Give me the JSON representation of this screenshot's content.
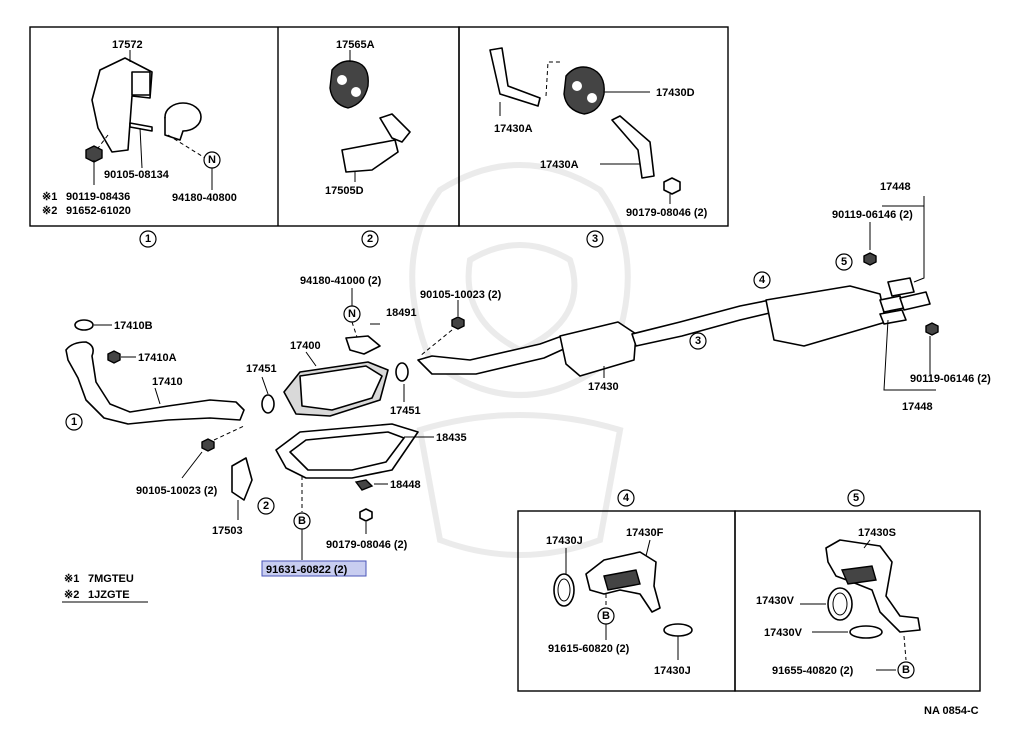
{
  "diagram": {
    "ref_code": "NA 0854-C",
    "highlighted_part": "91631-60822 (2)",
    "footnotes": [
      {
        "mark": "※1",
        "text": "7MGTEU"
      },
      {
        "mark": "※2",
        "text": "1JZGTE"
      }
    ],
    "panel1": {
      "number": "1",
      "labels": [
        "17572",
        "90105-08134",
        "94180-40800"
      ],
      "note1_mark": "※1",
      "note1_part": "90119-08436",
      "note2_mark": "※2",
      "note2_part": "91652-61020",
      "marker": "N"
    },
    "panel2": {
      "number": "2",
      "labels": [
        "17565A",
        "17505D"
      ]
    },
    "panel3": {
      "number": "3",
      "labels": [
        "17430D",
        "17430A",
        "17430A",
        "90179-08046 (2)"
      ]
    },
    "panel4": {
      "number": "4",
      "labels": [
        "17430J",
        "17430F",
        "91615-60820 (2)",
        "17430J"
      ],
      "marker": "B"
    },
    "panel5": {
      "number": "5",
      "labels": [
        "17430S",
        "17430V",
        "17430V",
        "91655-40820 (2)"
      ],
      "marker": "B"
    },
    "main": {
      "labels": {
        "p17410B": "17410B",
        "p17410A": "17410A",
        "p17410": "17410",
        "p17451a": "17451",
        "p17400": "17400",
        "p94180_41000": "94180-41000 (2)",
        "p18491": "18491",
        "p90105_10023a": "90105-10023 (2)",
        "p17451b": "17451",
        "p18435": "18435",
        "p90105_10023b": "90105-10023 (2)",
        "p17503": "17503",
        "p18448": "18448",
        "p90179_08046": "90179-08046 (2)",
        "p17430": "17430",
        "p17448a": "17448",
        "p90119_06146a": "90119-06146 (2)",
        "p90119_06146b": "90119-06146 (2)",
        "p17448b": "17448"
      },
      "callouts": {
        "c1": "1",
        "c2": "2",
        "c3": "3",
        "c4": "4",
        "c5": "5",
        "mN": "N",
        "mB": "B"
      }
    }
  }
}
